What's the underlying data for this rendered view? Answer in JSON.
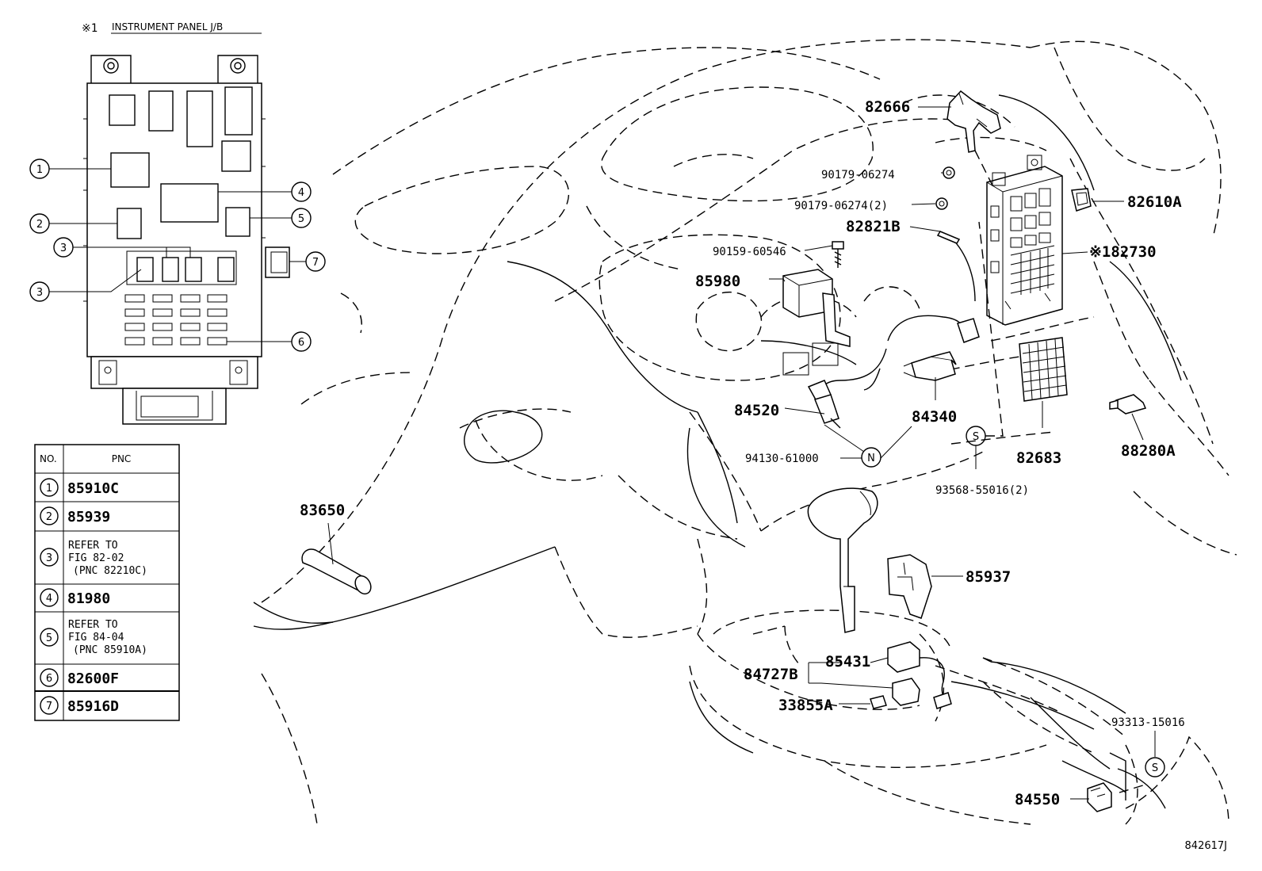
{
  "junction_box": {
    "mark": "※1",
    "title": "INSTRUMENT PANEL J/B"
  },
  "pnc_table": {
    "header_no": "NO.",
    "header_pnc": "PNC",
    "rows": [
      {
        "no": "1",
        "lines": [
          "85910C"
        ]
      },
      {
        "no": "2",
        "lines": [
          "85939"
        ]
      },
      {
        "no": "3",
        "lines": [
          "REFER TO",
          "FIG 82-02",
          "(PNC 82210C)"
        ]
      },
      {
        "no": "4",
        "lines": [
          "81980"
        ]
      },
      {
        "no": "5",
        "lines": [
          "REFER TO",
          "FIG 84-04",
          "(PNC 85910A)"
        ]
      },
      {
        "no": "6",
        "lines": [
          "82600F"
        ]
      },
      {
        "no": "7",
        "lines": [
          "85916D"
        ]
      }
    ]
  },
  "callouts": {
    "c1": "1",
    "c2": "2",
    "c3a": "3",
    "c3b": "3",
    "c4": "4",
    "c5": "5",
    "c6": "6",
    "c7": "7"
  },
  "parts": {
    "p82666": "82666",
    "p90179a": "90179-06274",
    "p90179b": "90179-06274(2)",
    "p82821B": "82821B",
    "p90159": "90159-60546",
    "p85980": "85980",
    "p82610A": "82610A",
    "p182730": "※182730",
    "p84520": "84520",
    "p84340": "84340",
    "p94130": "94130-61000",
    "p82683": "82683",
    "p88280A": "88280A",
    "p93568": "93568-55016(2)",
    "p83650": "83650",
    "p85937": "85937",
    "p85431": "85431",
    "p84727B": "84727B",
    "p33855A": "33855A",
    "p93313": "93313-15016",
    "p84550": "84550"
  },
  "symbols": {
    "n": "N",
    "s1": "S",
    "s2": "S"
  },
  "figure_code": "842617J"
}
